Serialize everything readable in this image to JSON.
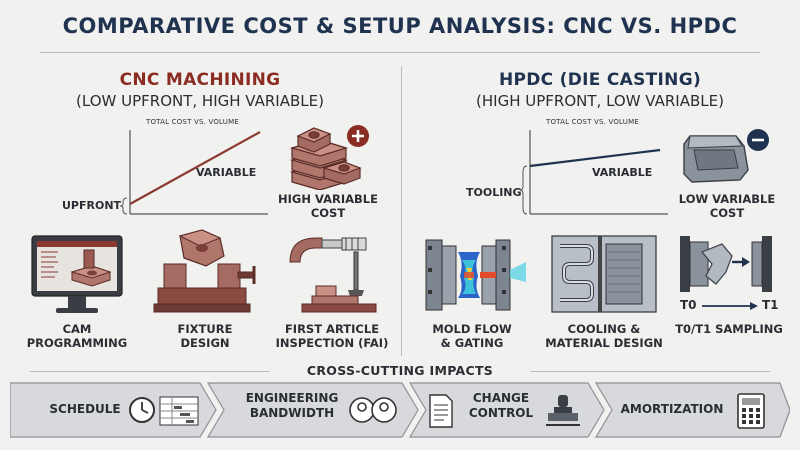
{
  "title": "COMPARATIVE COST & SETUP ANALYSIS: CNC VS. HPDC",
  "cnc": {
    "heading": "CNC MACHINING",
    "subheading": "(LOW UPFRONT, HIGH VARIABLE)",
    "chart_title": "TOTAL COST VS. VOLUME",
    "upfront_label": "UPFRONT",
    "variable_label": "VARIABLE",
    "cost_caption": [
      "HIGH VARIABLE",
      "COST"
    ],
    "steps": [
      {
        "label": [
          "CAM",
          "PROGRAMMING"
        ]
      },
      {
        "label": [
          "FIXTURE",
          "DESIGN"
        ]
      },
      {
        "label": [
          "FIRST ARTICLE",
          "INSPECTION (FAI)"
        ]
      }
    ]
  },
  "hpdc": {
    "heading": "HPDC (DIE CASTING)",
    "subheading": "(HIGH UPFRONT, LOW VARIABLE)",
    "chart_title": "TOTAL COST VS. VOLUME",
    "tooling_label": "TOOLING",
    "variable_label": "VARIABLE",
    "cost_caption": [
      "LOW VARIABLE",
      "COST"
    ],
    "steps": [
      {
        "label": [
          "MOLD FLOW",
          "& GATING"
        ]
      },
      {
        "label": [
          "COOLING &",
          "MATERIAL DESIGN"
        ]
      },
      {
        "label": [
          "T0/T1 SAMPLING"
        ]
      }
    ],
    "t0": "T0",
    "t1": "T1"
  },
  "cross": {
    "title": "CROSS-CUTTING IMPACTS",
    "items": [
      {
        "label": [
          "SCHEDULE"
        ]
      },
      {
        "label": [
          "ENGINEERING",
          "BANDWIDTH"
        ]
      },
      {
        "label": [
          "CHANGE",
          "CONTROL"
        ]
      },
      {
        "label": [
          "AMORTIZATION"
        ]
      }
    ]
  },
  "colors": {
    "cnc_accent": "#8b2c22",
    "hpdc_accent": "#1f3350",
    "line_cnc": "#8b3a33",
    "line_hpdc": "#1f3350"
  }
}
